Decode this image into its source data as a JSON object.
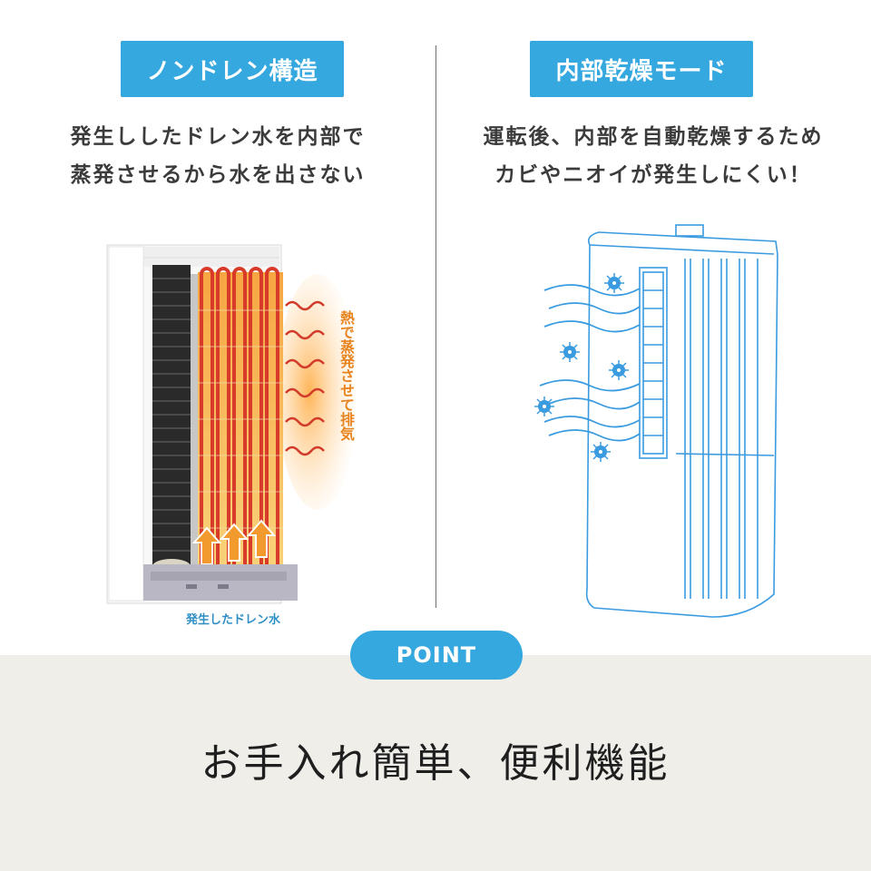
{
  "left": {
    "badge": "ノンドレン構造",
    "caption_line1": "発生ししたドレン水を内部で",
    "caption_line2": "蒸発させるから水を出さない",
    "heat_label": "熱で蒸発させて排気",
    "drain_label": "発生したドレン水"
  },
  "right": {
    "badge": "内部乾燥モード",
    "caption_line1": "運転後、内部を自動乾燥するため",
    "caption_line2": "カビやニオイが発生しにくい！"
  },
  "bottom": {
    "point_label": "POINT",
    "headline": "お手入れ簡単、便利機能"
  },
  "colors": {
    "accent": "#36a8e0",
    "band": "#efeee9",
    "heat": "#e8841f",
    "coil": "#d83b2a",
    "text": "#3b3b3b"
  },
  "icons": {
    "left_illustration": "ac-unit-cutaway",
    "right_illustration": "ac-unit-outline",
    "germ": "germ-icon",
    "wind": "airflow-lines",
    "up_arrow": "up-arrow-icon",
    "heat_wave": "heat-wave-icon"
  }
}
